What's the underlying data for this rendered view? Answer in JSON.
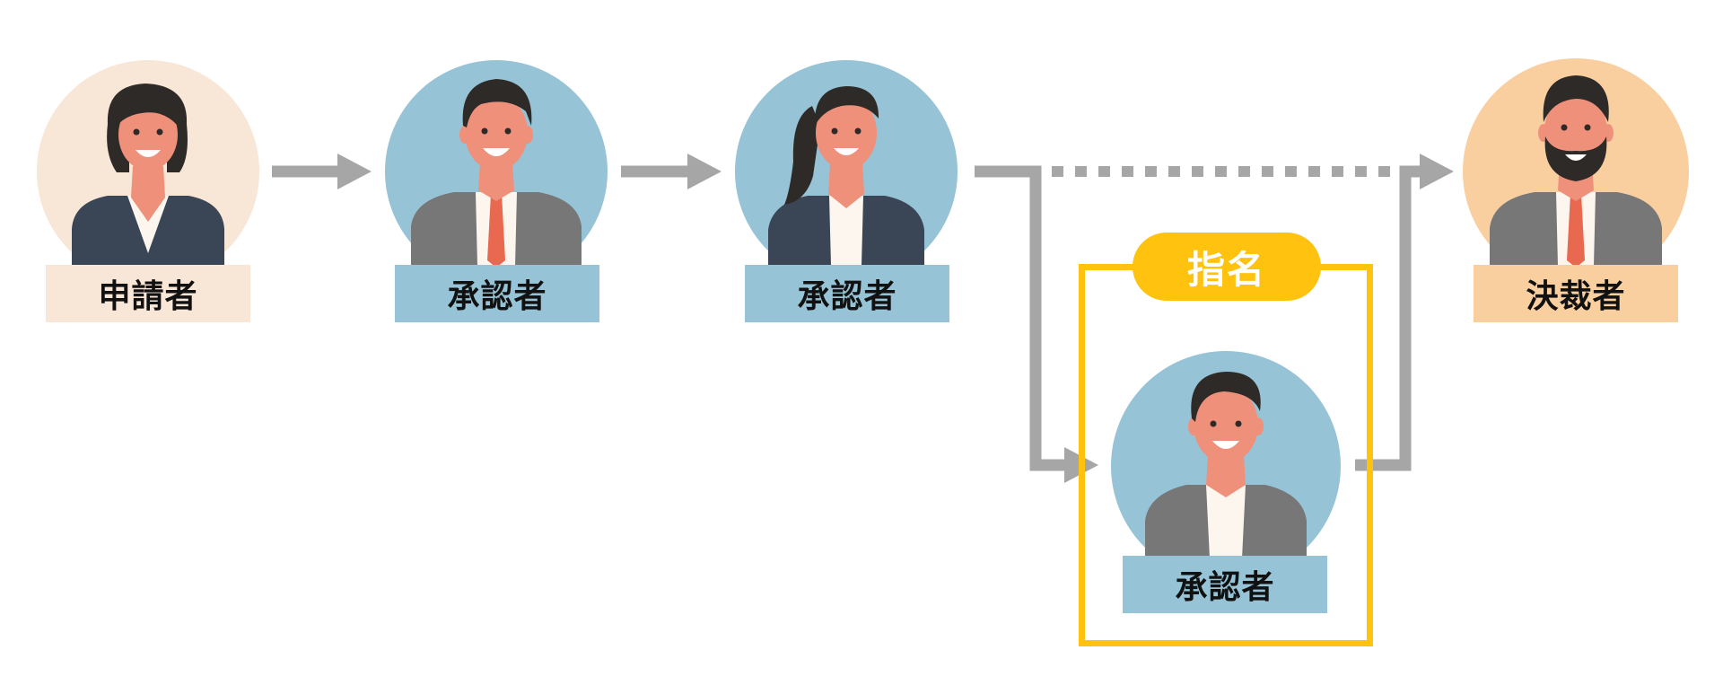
{
  "colors": {
    "arrow": "#A6A6A6",
    "highlight": "#FFC20E",
    "applicant_bg": "#F8E6D7",
    "approver_bg": "#96C3D6",
    "decider_bg": "#F9CFA0",
    "skin": "#EE907A",
    "hair": "#2E2A28",
    "suit_gray": "#777777",
    "suit_navy": "#3A4656",
    "tie": "#E8694F"
  },
  "nodes": {
    "applicant": {
      "label": "申請者",
      "icon": "woman-avatar-icon"
    },
    "approver1": {
      "label": "承認者",
      "icon": "man-tie-avatar-icon"
    },
    "approver2": {
      "label": "承認者",
      "icon": "woman-ponytail-avatar-icon"
    },
    "approver3": {
      "label": "承認者",
      "icon": "man-avatar-icon"
    },
    "decider": {
      "label": "決裁者",
      "icon": "bearded-man-avatar-icon"
    }
  },
  "designation_tag": "指名"
}
